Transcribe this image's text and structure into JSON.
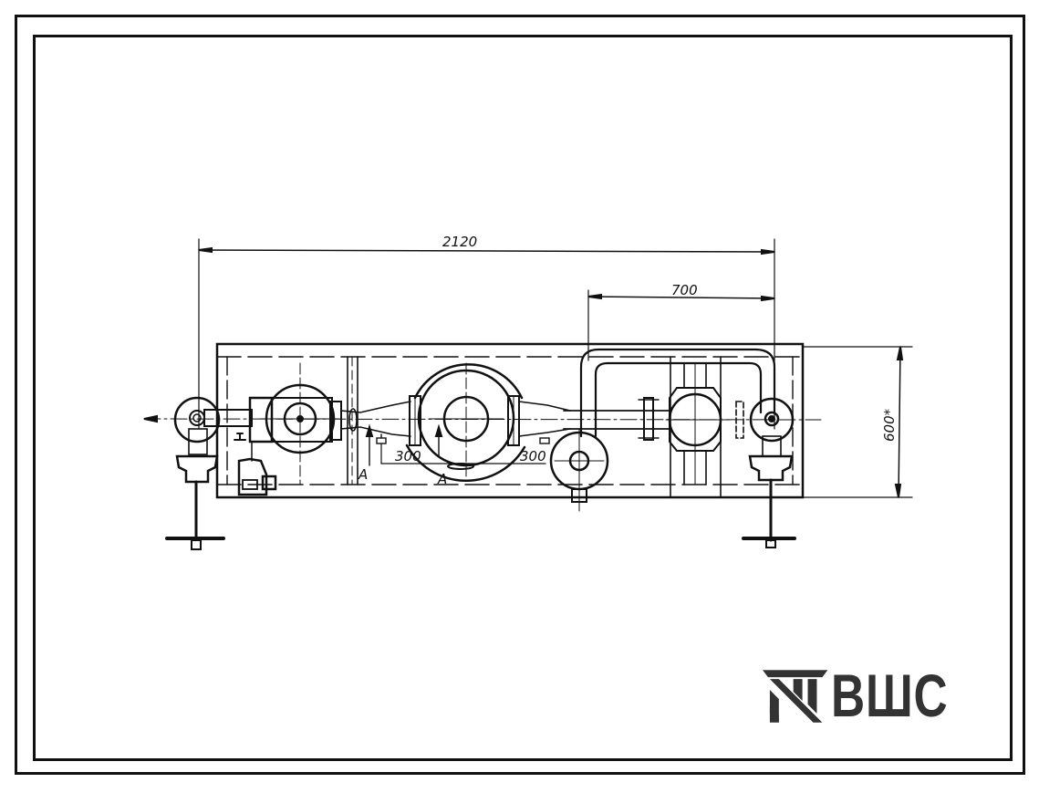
{
  "drawing": {
    "type": "technical-plan-view",
    "line_color": "#111111",
    "dimensions": {
      "overall_length": "2120",
      "right_offset": "700",
      "width": "600*",
      "left_spacing": "300",
      "right_spacing": "300"
    },
    "section_labels": [
      "A",
      "A"
    ]
  },
  "logo": {
    "text": "ВШС",
    "color": "#333333"
  }
}
